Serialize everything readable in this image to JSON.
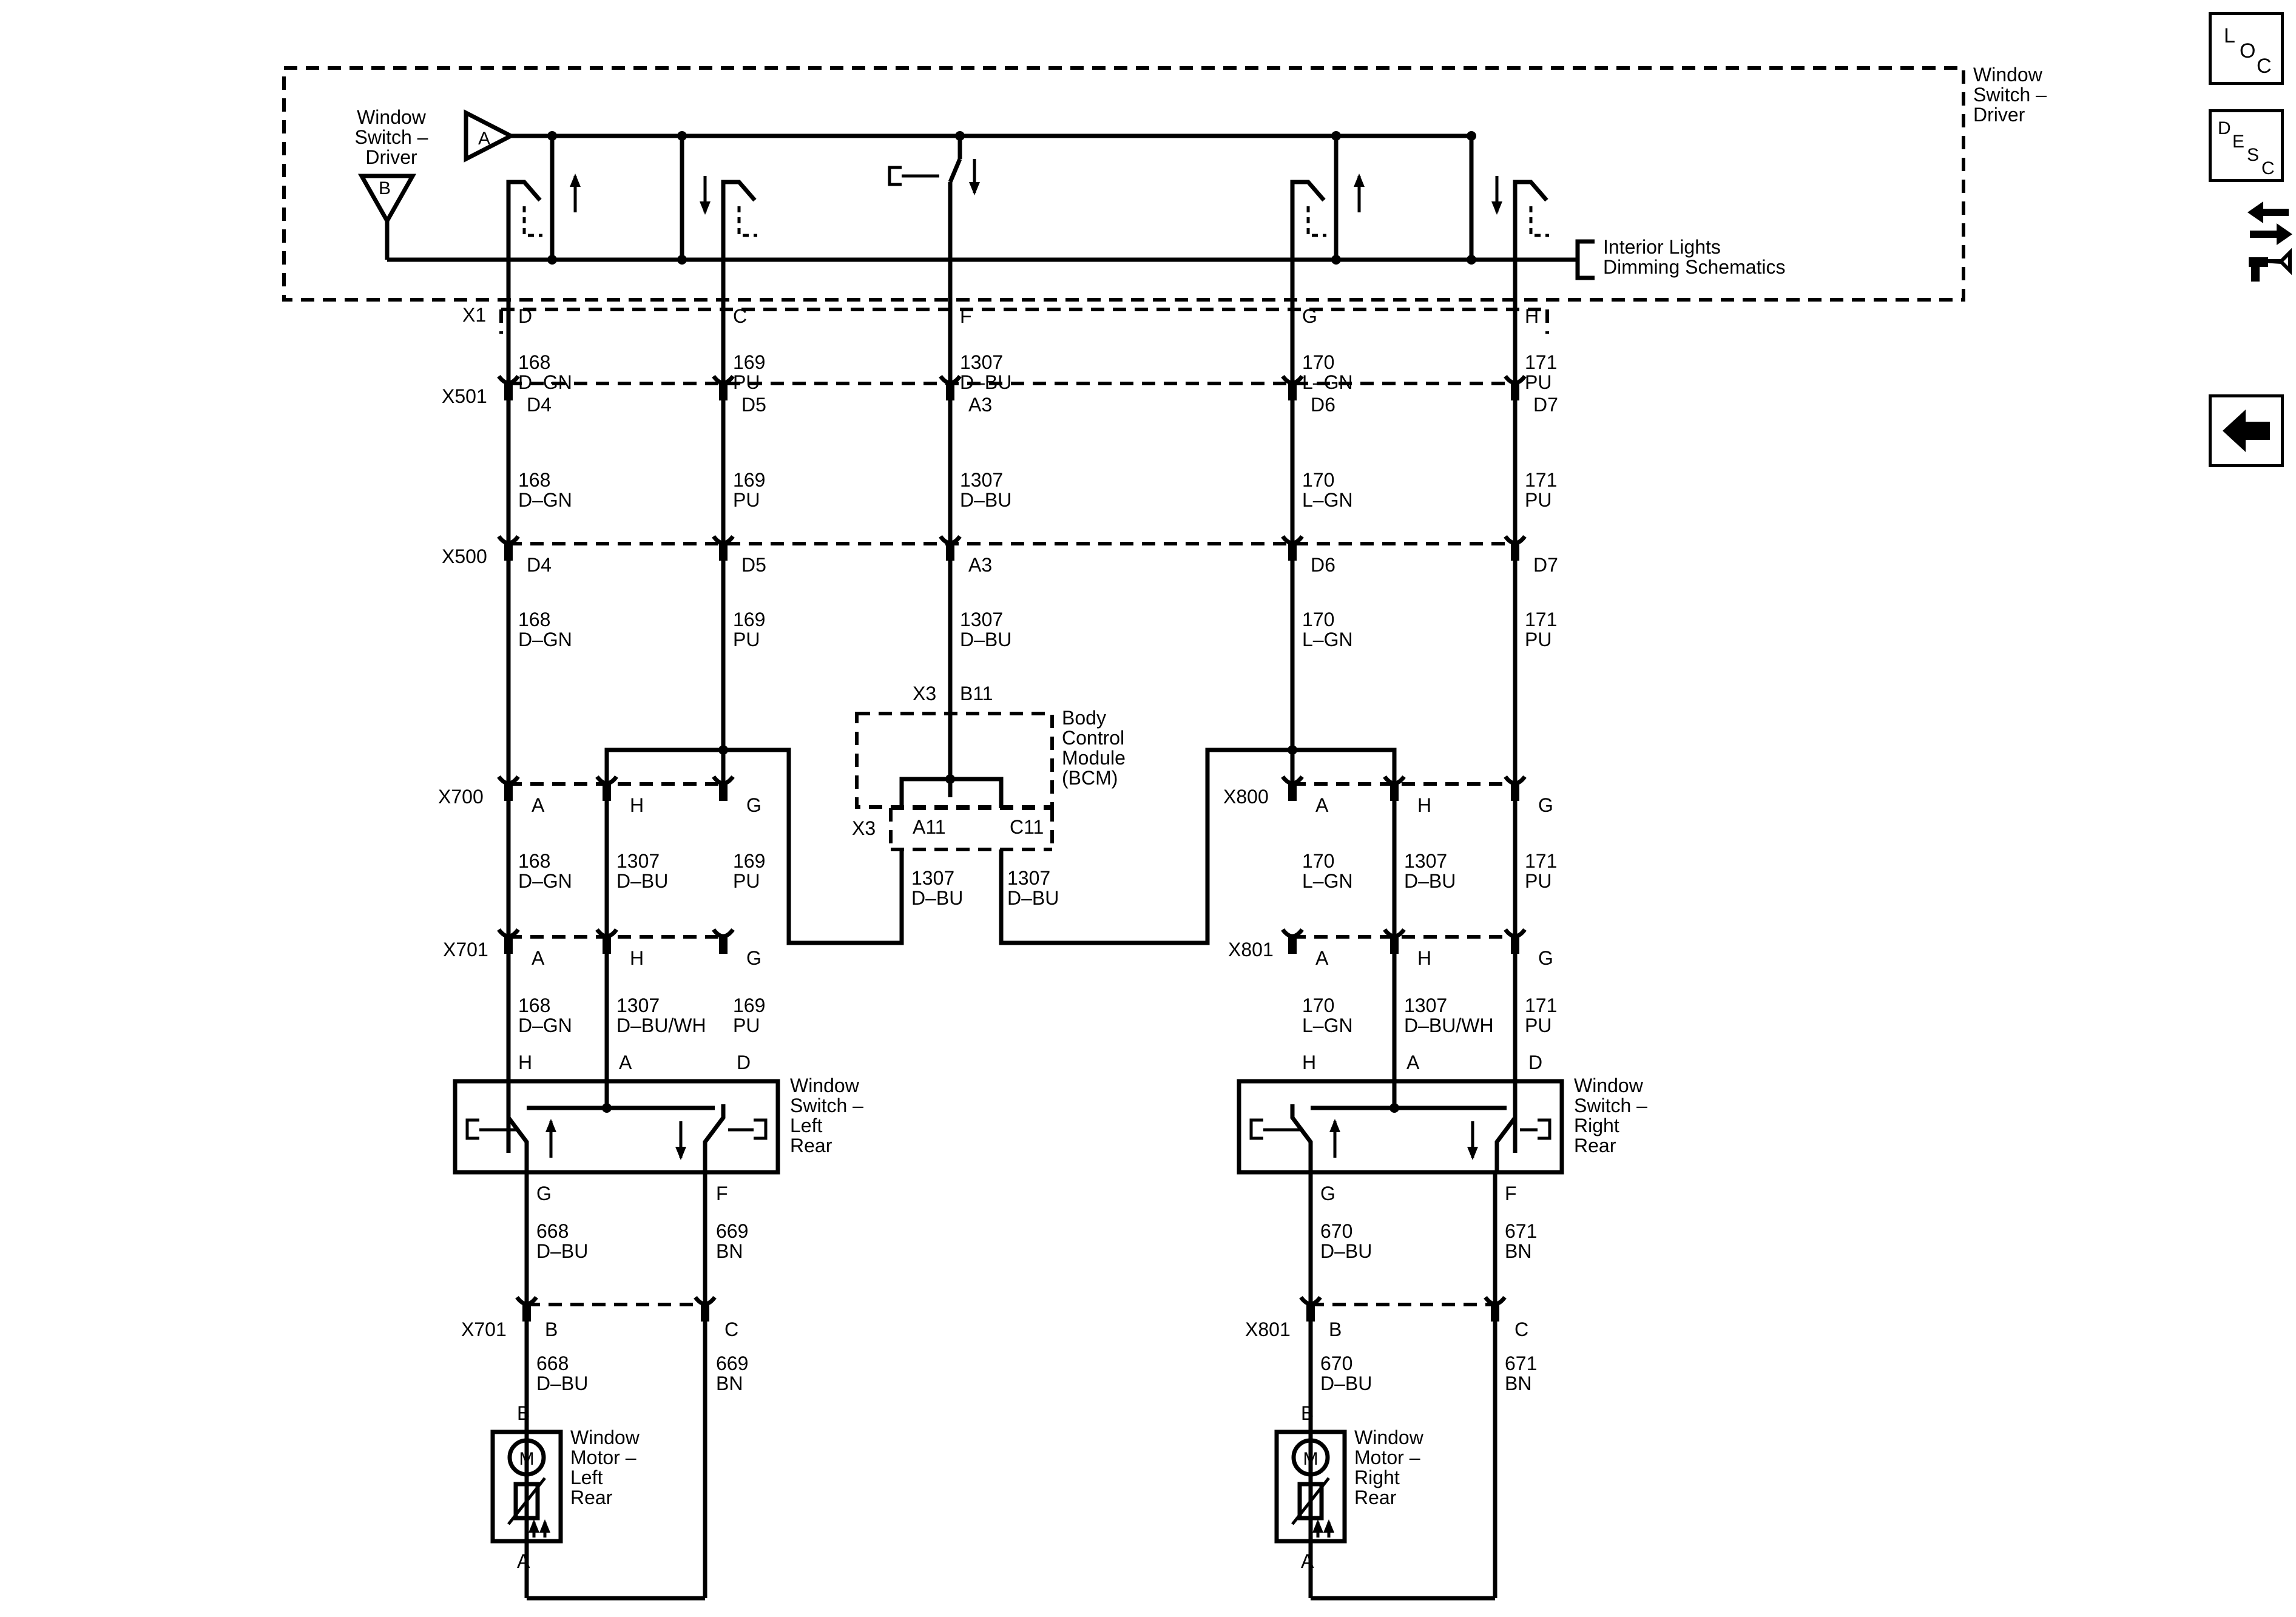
{
  "components": {
    "driver_switch_label": "Window\nSwitch –\nDriver",
    "driver_switch_label_right": "Window\nSwitch –\nDriver",
    "interior_lights": "Interior Lights\nDimming Schematics",
    "bcm": "Body\nControl\nModule\n(BCM)",
    "switch_left_rear": "Window\nSwitch –\nLeft\nRear",
    "switch_right_rear": "Window\nSwitch –\nRight\nRear",
    "motor_left_rear": "Window\nMotor –\nLeft\nRear",
    "motor_right_rear": "Window\nMotor –\nRight\nRear",
    "motor_symbol": "M"
  },
  "references": {
    "ref_a": "A",
    "ref_b": "B"
  },
  "connectors": {
    "x1": "X1",
    "x501": "X501",
    "x500": "X500",
    "x3": "X3",
    "x700": "X700",
    "x701": "X701",
    "x800": "X800",
    "x801": "X801"
  },
  "pins": {
    "D": "D",
    "C": "C",
    "F": "F",
    "G": "G",
    "H": "H",
    "D4": "D4",
    "D5": "D5",
    "A3": "A3",
    "D6": "D6",
    "D7": "D7",
    "B11": "B11",
    "A11": "A11",
    "C11": "C11",
    "A": "A",
    "B": "B"
  },
  "wires": {
    "w168": "168\nD–GN",
    "w169": "169\nPU",
    "w1307": "1307\nD–BU",
    "w170": "170\nL–GN",
    "w171": "171\nPU",
    "w1307wh": "1307\nD–BU/WH",
    "w668": "668\nD–BU",
    "w669": "669\nBN",
    "w670": "670\nD–BU",
    "w671": "671\nBN"
  },
  "nav": {
    "loc_icon": "loc-icon",
    "desc_icon": "desc-icon",
    "connector_icon": "connector-tool-icon",
    "back_icon": "back-arrow-icon"
  },
  "nav_text": {
    "loc": "LOC",
    "desc": "DESC"
  }
}
